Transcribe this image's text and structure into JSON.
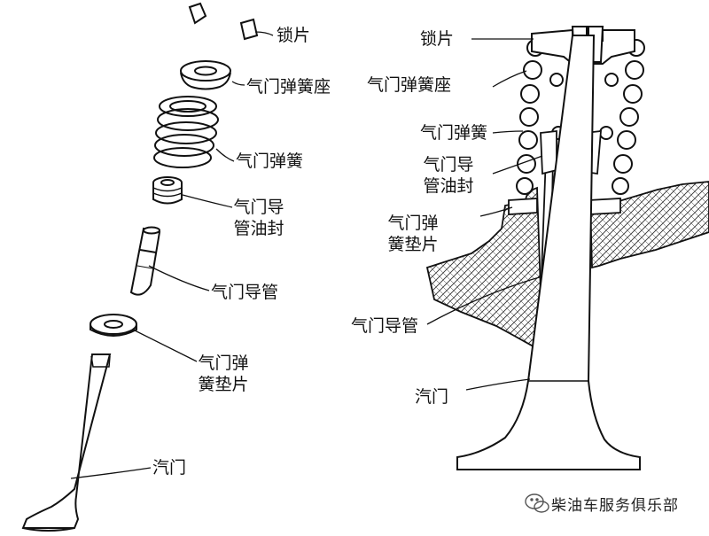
{
  "colors": {
    "ink": "#111111",
    "hatch": "#333333",
    "background": "#ffffff"
  },
  "left_labels": {
    "lock": "锁片",
    "spring_seat": "气门弹簧座",
    "spring": "气门弹簧",
    "seal": "气门导管油封",
    "guide": "气门导管",
    "washer": "气门弹簧垫片",
    "valve": "汽门"
  },
  "right_labels": {
    "lock": "锁片",
    "spring_seat": "气门弹簧座",
    "spring": "气门弹簧",
    "seal": "气门导管油封",
    "washer": "气门弹簧垫片",
    "guide": "气门导管",
    "valve": "汽门"
  },
  "watermark": {
    "text": "柴油车服务俱乐部",
    "icon": "wechat-icon"
  }
}
